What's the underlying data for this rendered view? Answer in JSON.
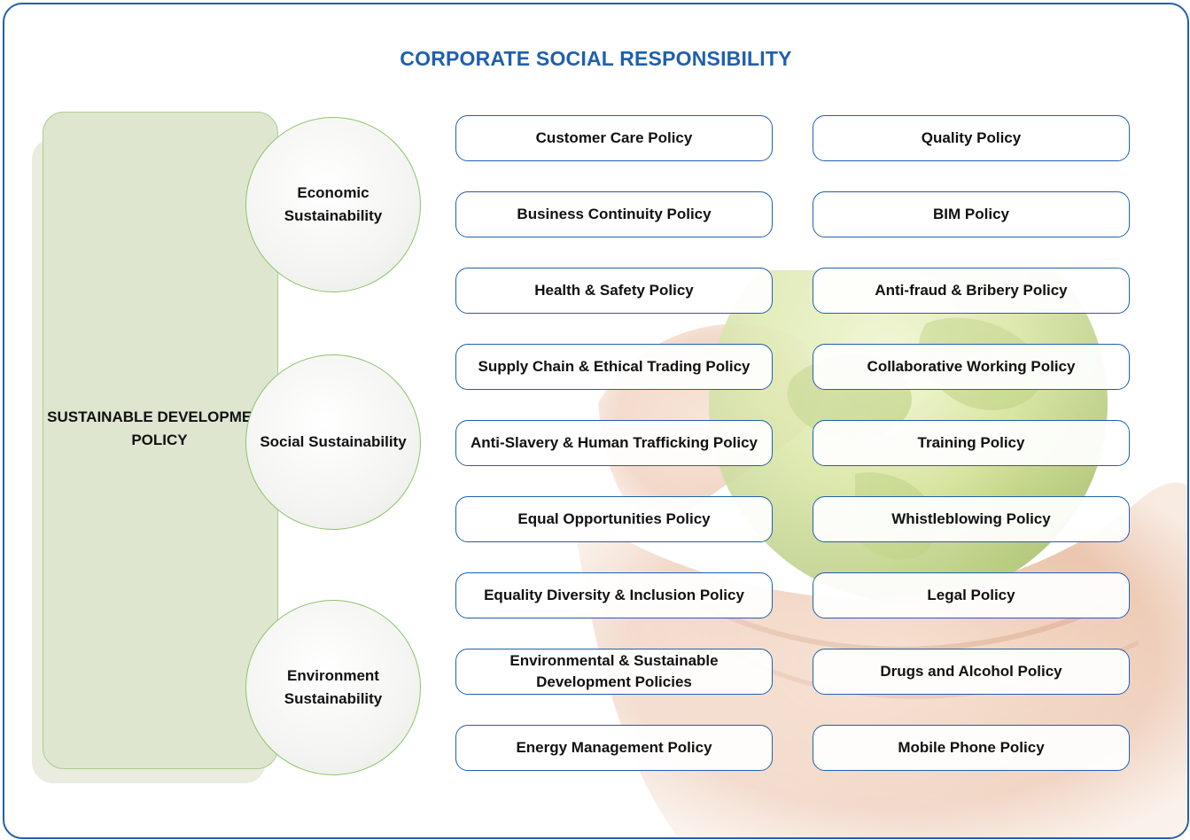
{
  "title": "CORPORATE SOCIAL RESPONSIBILITY",
  "panel": {
    "label": "SUSTAINABLE DEVELOPMENT POLICY"
  },
  "pillars": [
    {
      "label": "Economic Sustainability"
    },
    {
      "label": "Social Sustainability"
    },
    {
      "label": "Environment Sustainability"
    }
  ],
  "policies_left": [
    {
      "label": "Customer Care Policy"
    },
    {
      "label": "Business Continuity Policy"
    },
    {
      "label": "Health & Safety Policy"
    },
    {
      "label": "Supply Chain & Ethical Trading Policy"
    },
    {
      "label": "Anti-Slavery & Human Trafficking Policy"
    },
    {
      "label": "Equal Opportunities Policy"
    },
    {
      "label": "Equality Diversity & Inclusion Policy"
    },
    {
      "label": "Environmental & Sustainable Development Policies"
    },
    {
      "label": "Energy Management Policy"
    }
  ],
  "policies_right": [
    {
      "label": "Quality Policy"
    },
    {
      "label": "BIM Policy"
    },
    {
      "label": "Anti-fraud & Bribery Policy"
    },
    {
      "label": "Collaborative Working Policy"
    },
    {
      "label": "Training Policy"
    },
    {
      "label": "Whistleblowing Policy"
    },
    {
      "label": "Legal Policy"
    },
    {
      "label": "Drugs and Alcohol Policy"
    },
    {
      "label": "Mobile Phone Policy"
    }
  ],
  "colors": {
    "frame_border": "#1f5fb0",
    "title": "#1f5fb0",
    "panel_fill": "#dfe6d0",
    "circle_border": "#8cc46a",
    "pill_border": "#1f5fb0"
  },
  "background_image": {
    "icon": "hands-holding-globe-image"
  }
}
